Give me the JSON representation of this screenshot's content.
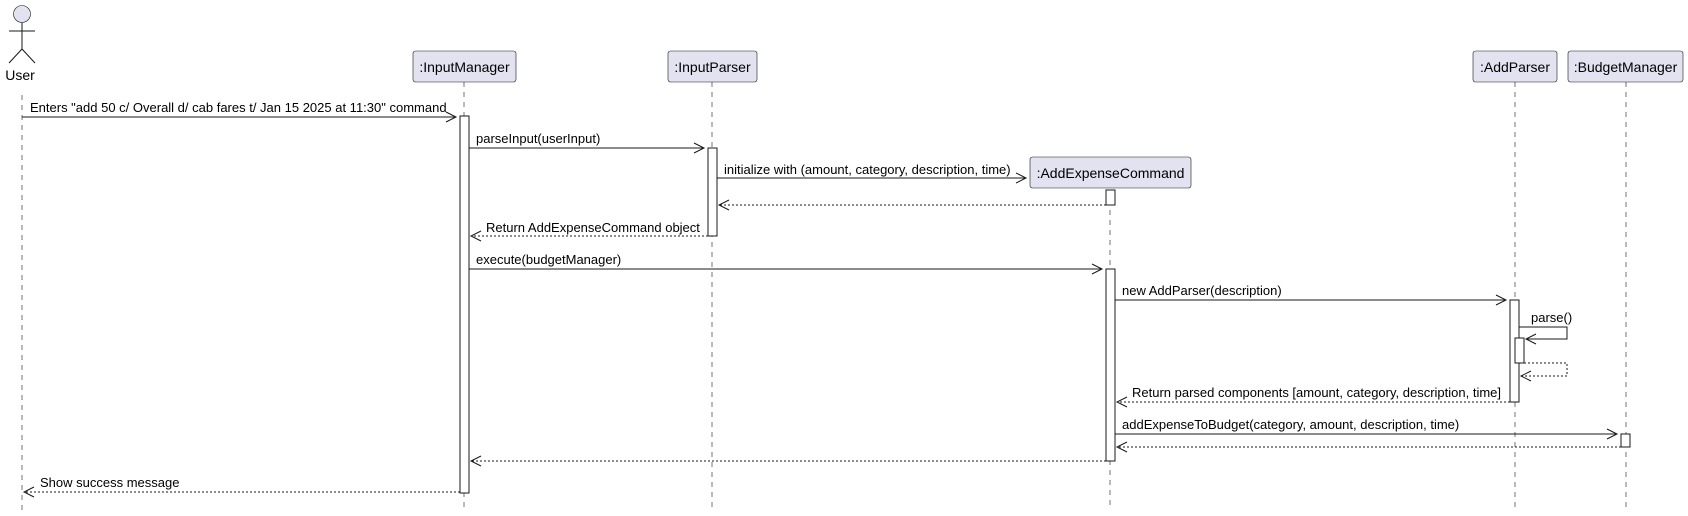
{
  "actor": {
    "name": "User"
  },
  "participants": [
    {
      "id": "inputmanager",
      "name": ":InputManager"
    },
    {
      "id": "inputparser",
      "name": ":InputParser"
    },
    {
      "id": "addexpensecommand",
      "name": ":AddExpenseCommand"
    },
    {
      "id": "addparser",
      "name": ":AddParser"
    },
    {
      "id": "budgetmanager",
      "name": ":BudgetManager"
    }
  ],
  "messages": [
    {
      "id": "enters-command",
      "label": "Enters \"add 50 c/ Overall d/ cab fares t/ Jan 15 2025 at 11:30\" command",
      "from": "user",
      "to": "inputmanager",
      "kind": "sync"
    },
    {
      "id": "parse-input",
      "label": "parseInput(userInput)",
      "from": "inputmanager",
      "to": "inputparser",
      "kind": "sync"
    },
    {
      "id": "initialize-with",
      "label": "initialize with (amount, category, description, time)",
      "from": "inputparser",
      "to": "addexpensecommand",
      "kind": "create"
    },
    {
      "id": "create-return",
      "label": "",
      "from": "addexpensecommand",
      "to": "inputparser",
      "kind": "return"
    },
    {
      "id": "return-command-object",
      "label": "Return AddExpenseCommand object",
      "from": "inputparser",
      "to": "inputmanager",
      "kind": "return"
    },
    {
      "id": "execute",
      "label": "execute(budgetManager)",
      "from": "inputmanager",
      "to": "addexpensecommand",
      "kind": "sync"
    },
    {
      "id": "new-addparser",
      "label": "new AddParser(description)",
      "from": "addexpensecommand",
      "to": "addparser",
      "kind": "sync"
    },
    {
      "id": "parse-self",
      "label": "parse()",
      "from": "addparser",
      "to": "addparser",
      "kind": "self"
    },
    {
      "id": "parse-self-return",
      "label": "",
      "from": "addparser",
      "to": "addparser",
      "kind": "self-return"
    },
    {
      "id": "return-parsed",
      "label": "Return parsed components [amount, category, description, time]",
      "from": "addparser",
      "to": "addexpensecommand",
      "kind": "return"
    },
    {
      "id": "add-expense-to-budget",
      "label": "addExpenseToBudget(category, amount, description, time)",
      "from": "addexpensecommand",
      "to": "budgetmanager",
      "kind": "sync"
    },
    {
      "id": "budget-return",
      "label": "",
      "from": "budgetmanager",
      "to": "addexpensecommand",
      "kind": "return"
    },
    {
      "id": "execute-return",
      "label": "",
      "from": "addexpensecommand",
      "to": "inputmanager",
      "kind": "return"
    },
    {
      "id": "show-success",
      "label": "Show success message",
      "from": "inputmanager",
      "to": "user",
      "kind": "return"
    }
  ]
}
